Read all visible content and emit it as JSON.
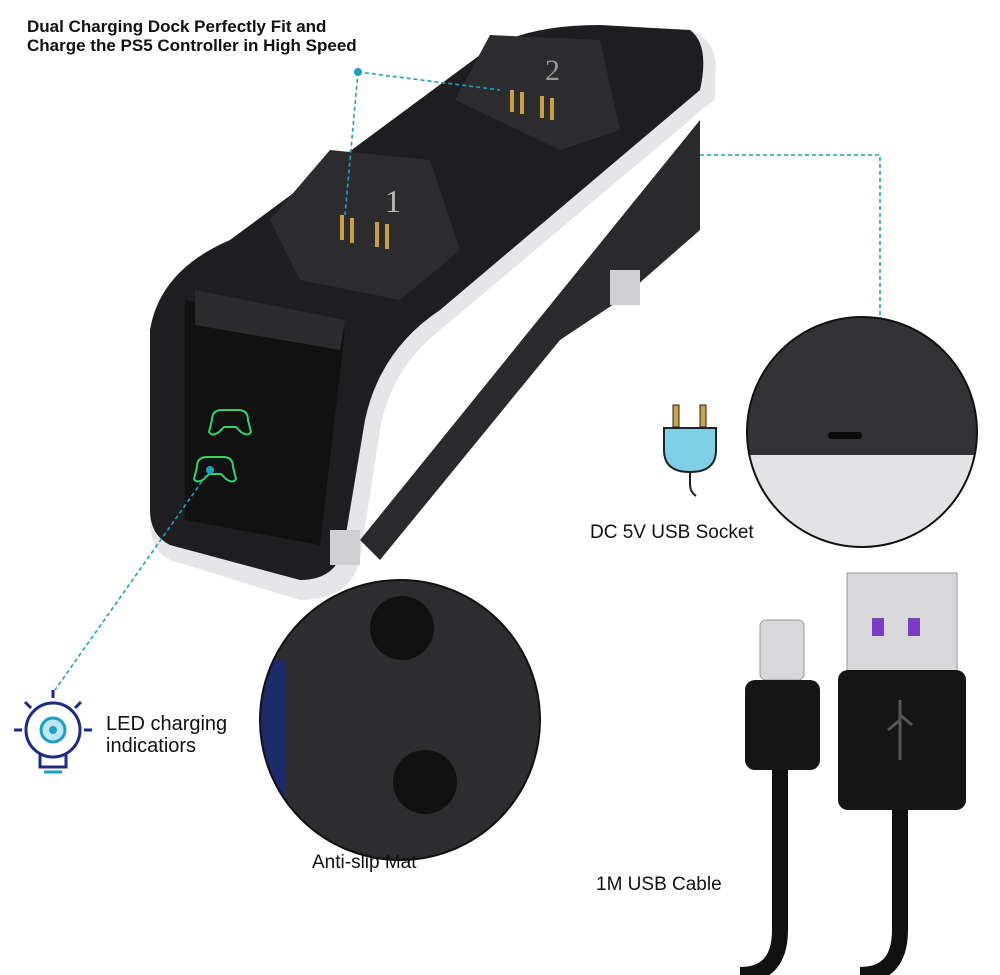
{
  "callouts": {
    "dock_line1": "Dual Charging Dock Perfectly Fit and",
    "dock_line2": "Charge the PS5 Controller in High Speed",
    "led_line1": "LED charging",
    "led_line2": "indicatiors",
    "socket": "DC 5V USB Socket",
    "mat": "Anti-slip Mat",
    "cable": "1M USB Cable"
  },
  "slots": {
    "slot1": "1",
    "slot2": "2"
  },
  "colors": {
    "accent": "#1a9fc9",
    "dock": "#1d1d1f",
    "shell": "#e8e8ea",
    "led": "#2fd36a",
    "bulb": "#1b2a8c"
  }
}
